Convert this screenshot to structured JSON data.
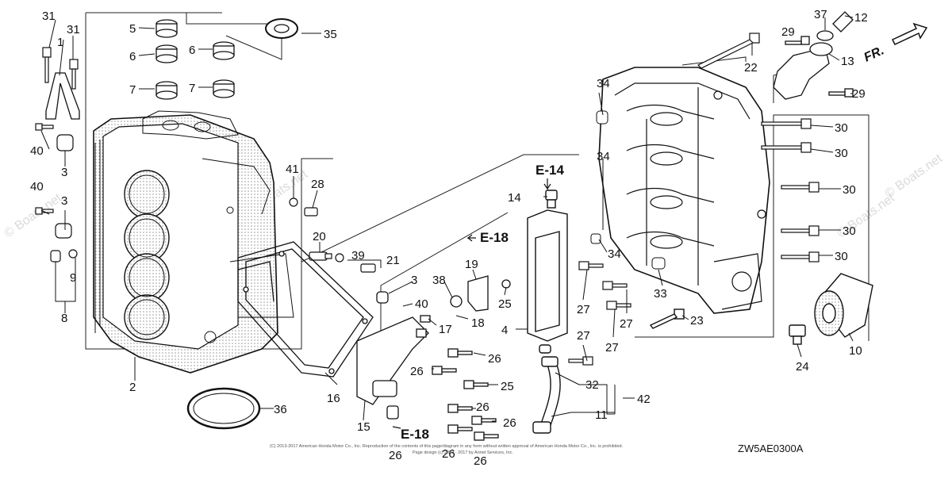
{
  "diagram": {
    "callouts": {
      "c1": "1",
      "c2": "2",
      "c3": "3",
      "c4": "4",
      "c5": "5",
      "c6": "6",
      "c7": "7",
      "c8": "8",
      "c9": "9",
      "c10": "10",
      "c11": "11",
      "c12": "12",
      "c13": "13",
      "c14": "14",
      "c15": "15",
      "c16": "16",
      "c17": "17",
      "c18": "18",
      "c19": "19",
      "c20": "20",
      "c21": "21",
      "c22": "22",
      "c23": "23",
      "c24": "24",
      "c25": "25",
      "c26": "26",
      "c27": "27",
      "c28": "28",
      "c29": "29",
      "c30": "30",
      "c31": "31",
      "c32": "32",
      "c33": "33",
      "c34": "34",
      "c35": "35",
      "c36": "36",
      "c37": "37",
      "c38": "38",
      "c39": "39",
      "c40": "40",
      "c41": "41",
      "c42": "42"
    },
    "refs": {
      "e14": "E-14",
      "e18": "E-18"
    },
    "direction_label": "FR.",
    "diagram_code": "ZW5AE0300A",
    "watermark": "© Boats.net",
    "copyright_line1": "(C) 2013-2017 American Honda Motor Co., Inc. Reproduction of the contents of this page/diagram in any form without written approval of American Honda Motor Co., Inc. is prohibited.",
    "copyright_line2": "Page design (c) 2003 - 2017 by Arinet Services, Inc."
  }
}
